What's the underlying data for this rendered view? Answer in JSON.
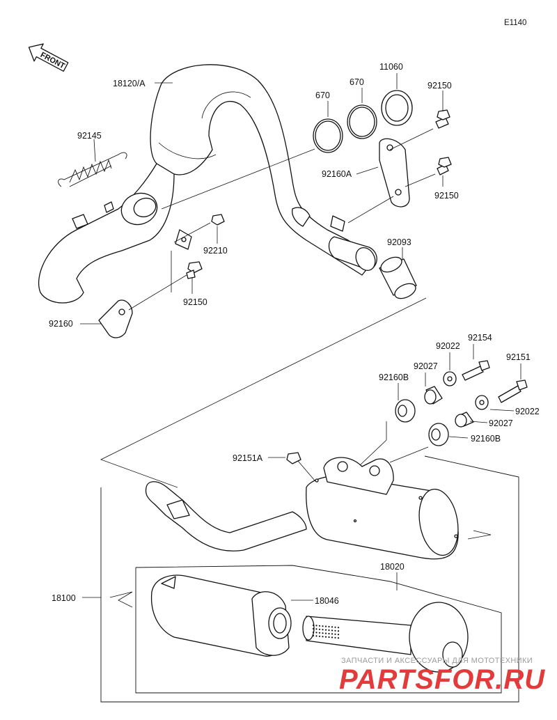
{
  "diagram_code": "E1140",
  "front_label": "FRONT",
  "labels": {
    "p18120A": "18120/A",
    "p92145": "92145",
    "p670a": "670",
    "p670b": "670",
    "p11060": "11060",
    "p92150a": "92150",
    "p92160A": "92160A",
    "p92150b": "92150",
    "p92210": "92210",
    "p92093": "92093",
    "p92150c": "92150",
    "p92160": "92160",
    "p92154": "92154",
    "p92022a": "92022",
    "p92027a": "92027",
    "p92151": "92151",
    "p92160Ba": "92160B",
    "p92022b": "92022",
    "p92027b": "92027",
    "p92160Bb": "92160B",
    "p92151A": "92151A",
    "p18020": "18020",
    "p18100": "18100",
    "p18046": "18046"
  },
  "watermark": {
    "line1": "ЗАПЧАСТИ И АКСЕССУАРЫ ДЛЯ МОТОТЕХНИКИ",
    "line2": "PARTSFOR.RU"
  }
}
